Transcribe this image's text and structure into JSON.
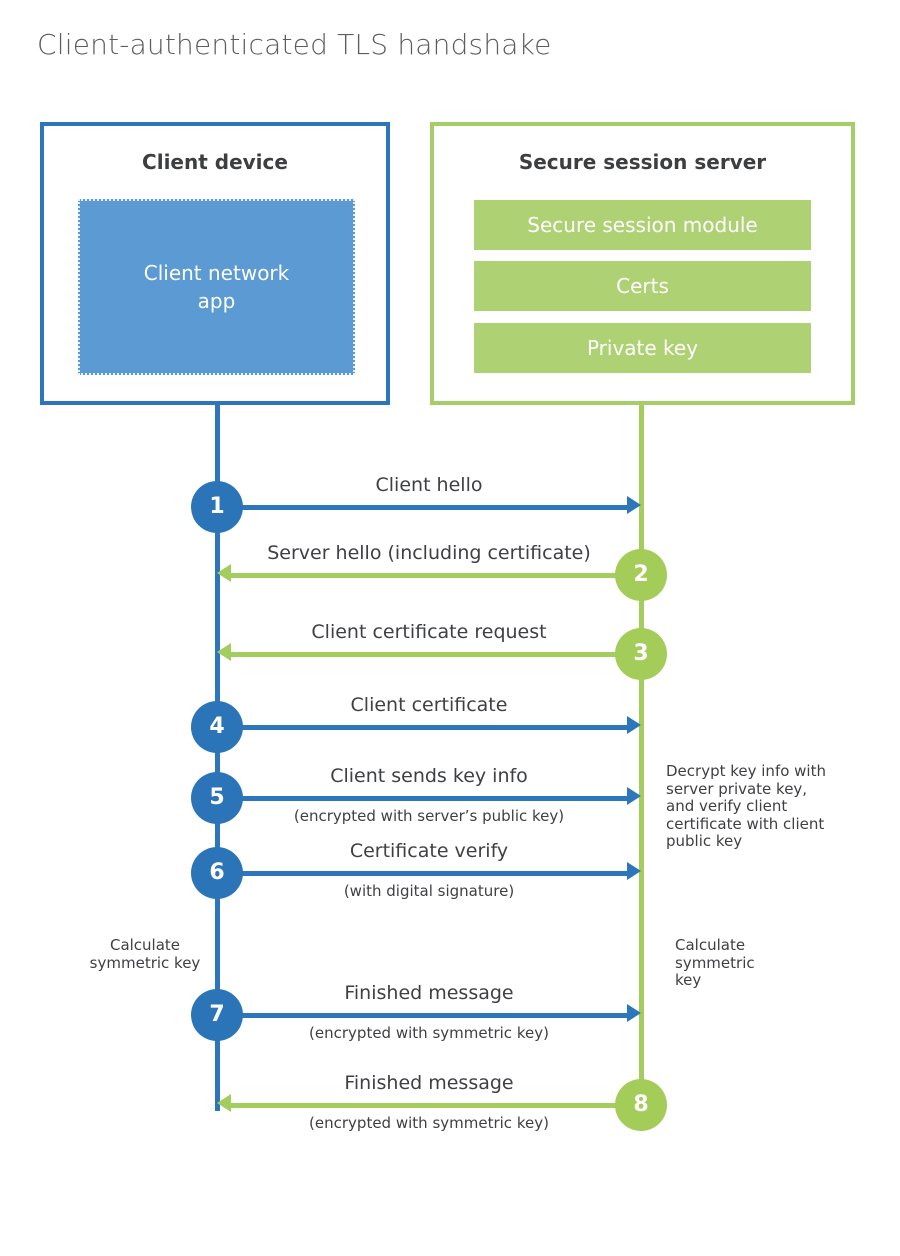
{
  "title": "Client-authenticated TLS handshake",
  "colors": {
    "blue_line": "#2e76bb",
    "blue_fill": "#5b9ad2",
    "green_line": "#a4cd5f",
    "green_fill": "#aed174"
  },
  "client": {
    "header": "Client device",
    "app_label": "Client network app"
  },
  "server": {
    "header": "Secure session server",
    "modules": [
      "Secure session module",
      "Certs",
      "Private key"
    ]
  },
  "steps": [
    {
      "number": "1",
      "label": "Client hello",
      "sublabel": "",
      "from": "client",
      "to": "server"
    },
    {
      "number": "2",
      "label": "Server hello (including certificate)",
      "sublabel": "",
      "from": "server",
      "to": "client"
    },
    {
      "number": "3",
      "label": "Client certificate request",
      "sublabel": "",
      "from": "server",
      "to": "client"
    },
    {
      "number": "4",
      "label": "Client certificate",
      "sublabel": "",
      "from": "client",
      "to": "server"
    },
    {
      "number": "5",
      "label": "Client sends key info",
      "sublabel": "(encrypted with server’s public key)",
      "from": "client",
      "to": "server"
    },
    {
      "number": "6",
      "label": "Certificate verify",
      "sublabel": "(with digital signature)",
      "from": "client",
      "to": "server"
    },
    {
      "number": "7",
      "label": "Finished message",
      "sublabel": "(encrypted with symmetric key)",
      "from": "client",
      "to": "server"
    },
    {
      "number": "8",
      "label": "Finished message",
      "sublabel": "(encrypted with symmetric key)",
      "from": "server",
      "to": "client"
    }
  ],
  "annotations": {
    "decrypt_note": "Decrypt key info with server private key, and verify client certificate with client public key",
    "calculate_left": "Calculate symmetric key",
    "calculate_right": "Calculate symmetric key"
  }
}
